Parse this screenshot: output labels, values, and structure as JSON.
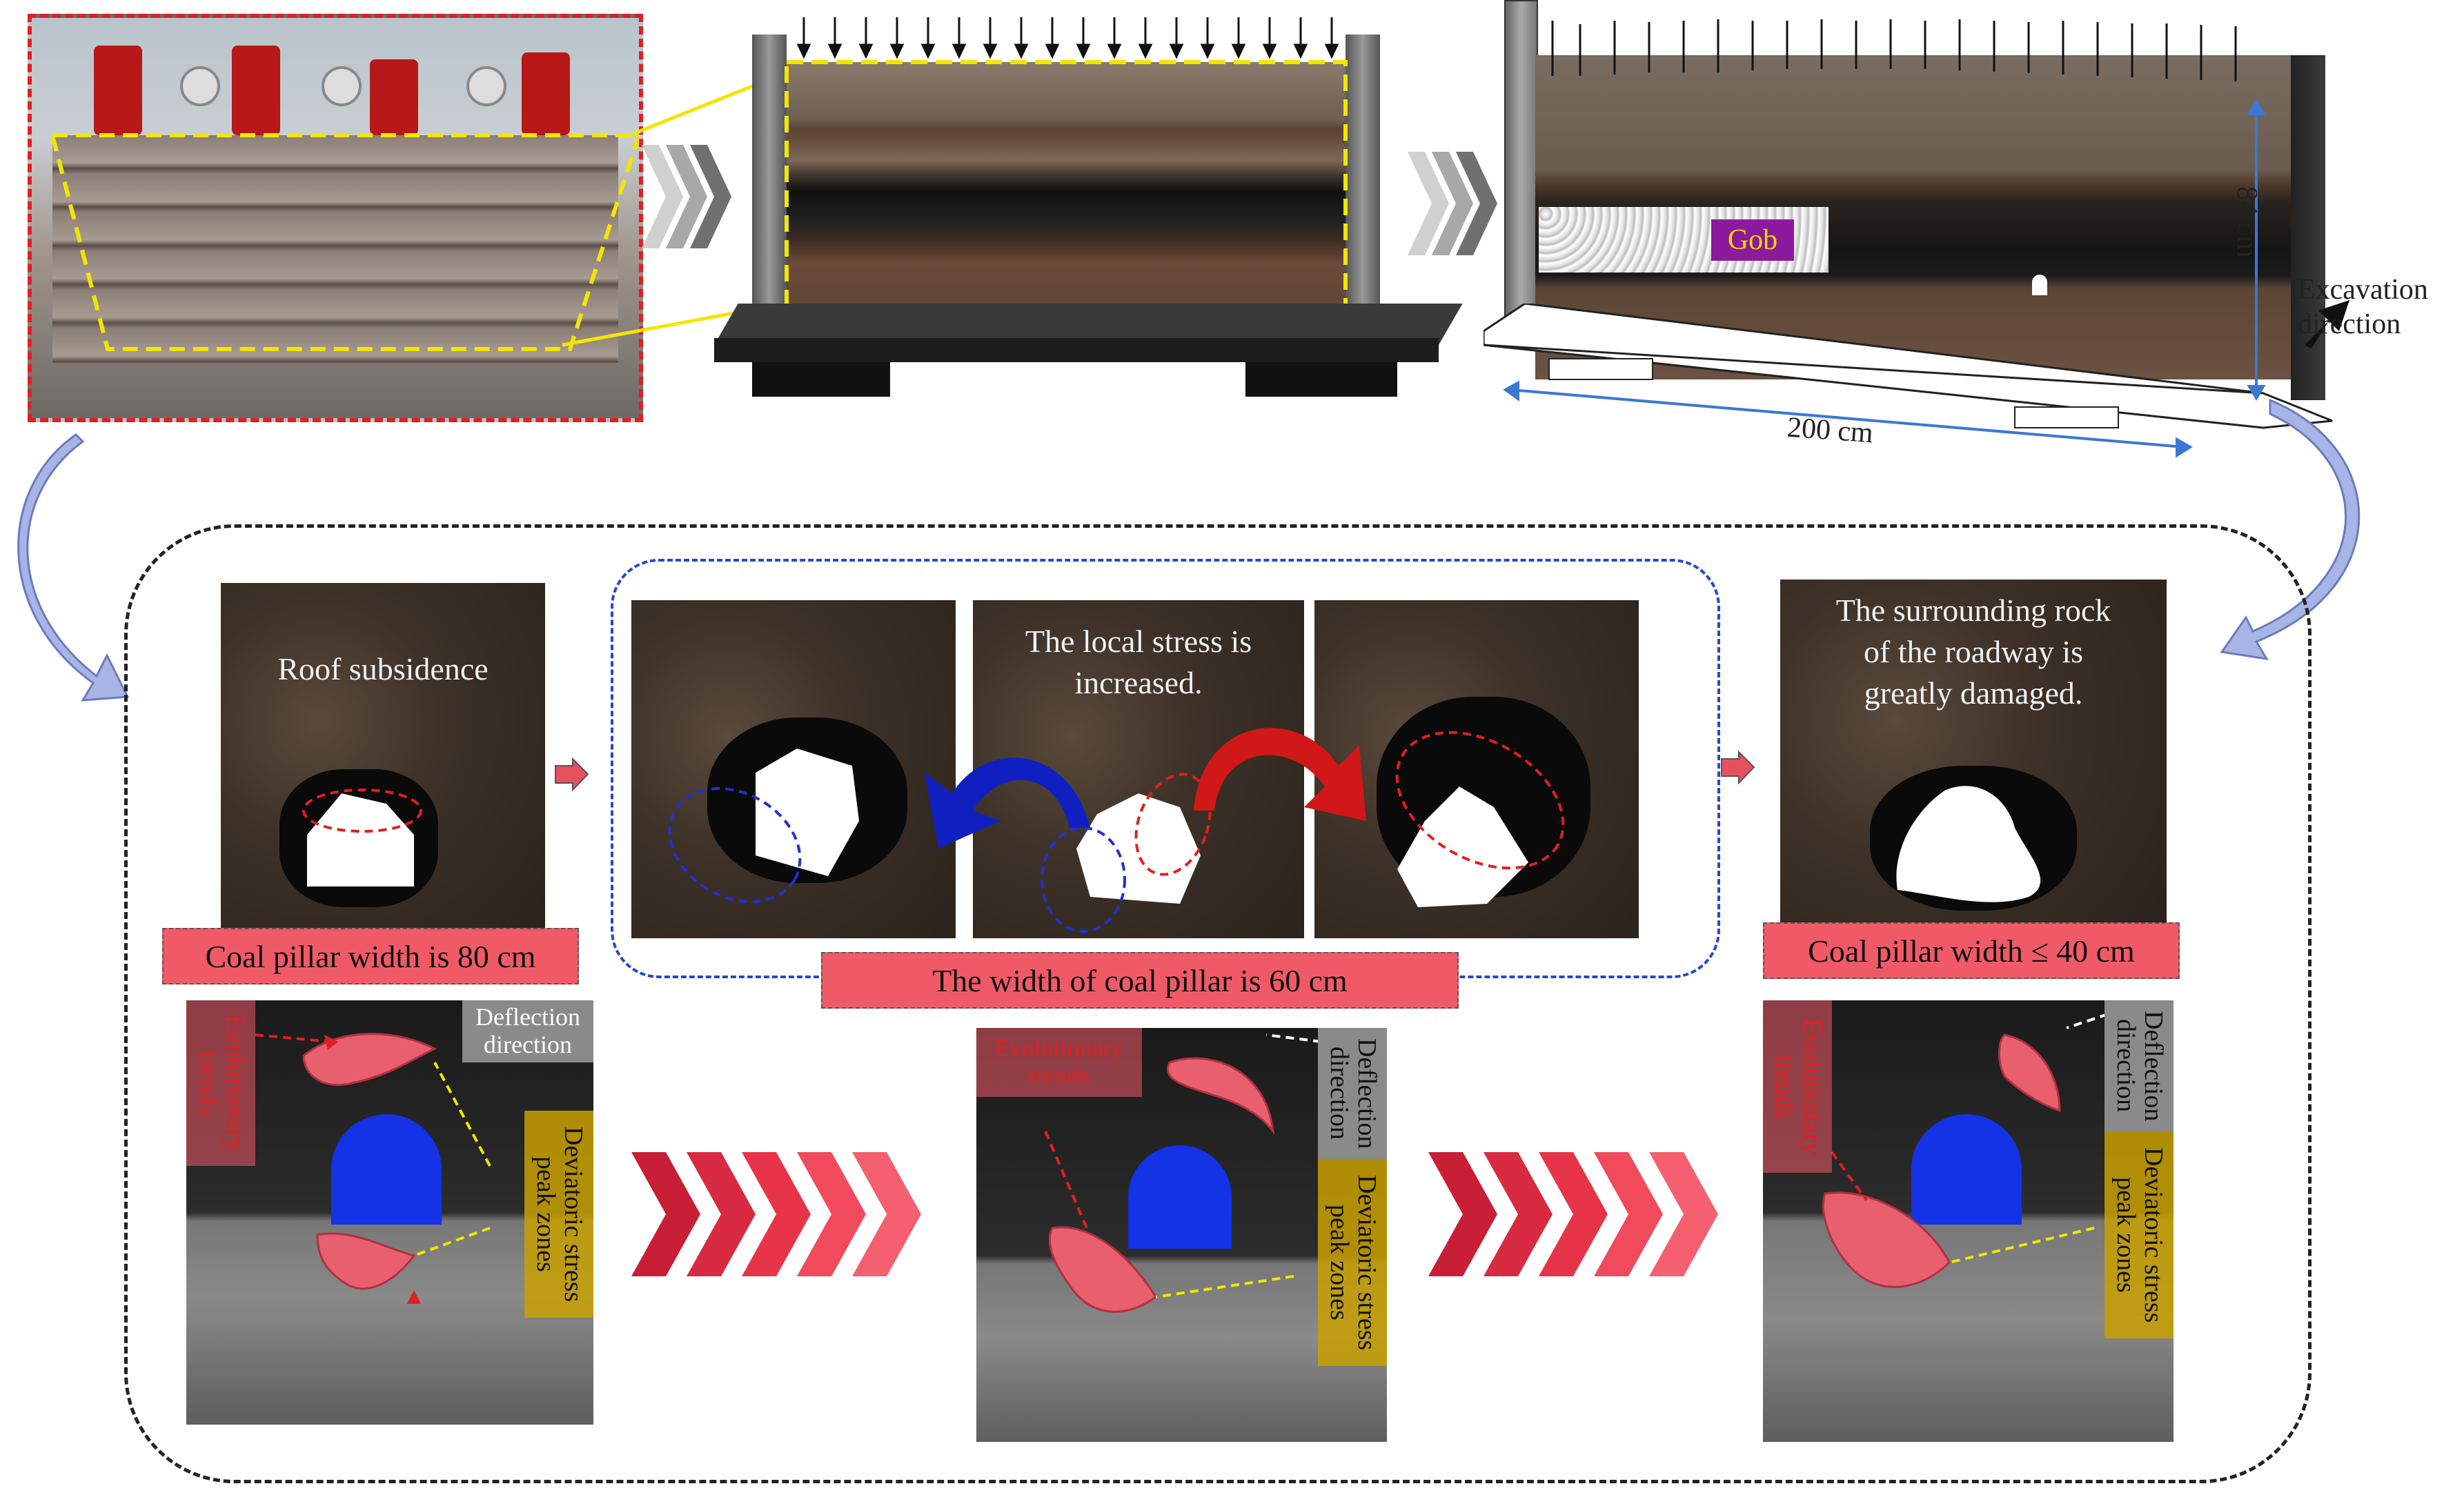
{
  "top": {
    "model_labels": {
      "gob": "Gob",
      "height": "84 cm",
      "length": "200 cm",
      "excavation_direction": "Excavation\ndirection"
    }
  },
  "stage1": {
    "caption": "Roof subsidence",
    "pillar_label": "Coal pillar width is 80 cm"
  },
  "stage2": {
    "caption": "The local stress is\nincreased.",
    "pillar_label": "The width of coal pillar is 60 cm"
  },
  "stage3": {
    "caption": "The surrounding rock\nof the roadway is\ngreatly damaged.",
    "pillar_label": "Coal pillar width ≤ 40 cm"
  },
  "bottom": {
    "evolutionary_trends": "Evolutionary\ntrends",
    "deflection_direction": "Deflection\ndirection",
    "deviatoric_stress": "Deviatoric stress\npeak zones"
  },
  "colors": {
    "pink_label": "#f05a67",
    "blue_roadway": "#1432e6",
    "yellow_label": "#c8a000",
    "gray_label": "#8a8a8a",
    "stress_zone": "#e8606e",
    "dashed_yellow": "#f2e600",
    "chevron_red": "#e8384a"
  }
}
